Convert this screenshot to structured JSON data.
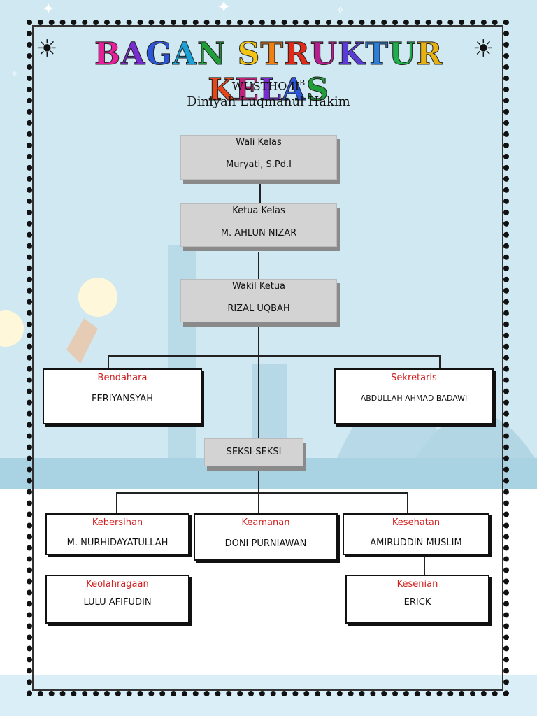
{
  "header": {
    "title": "BAGAN STRUKTUR KELAS",
    "title_colors": [
      "#e81f9b",
      "#7a2bd1",
      "#2b56d9",
      "#1aa2d8",
      "#1f9e3a",
      "#f5c312",
      "#f07f14",
      "#e22a1b",
      "#b51f8d",
      "#5b3bd6",
      "#2b7fd9",
      "#1fae4c",
      "#e8b113",
      "#e5461a",
      "#c2207d",
      "#7a2bd1",
      "#2b56d9",
      "#1f9e3a",
      "#f07f14",
      "#e22a1b"
    ],
    "line1_main": "WUSTHO II",
    "line1_sup": "B",
    "line2": "Diniyah Luqmanul Hakim"
  },
  "icons": {
    "left": "sun-icon",
    "right": "sun-icon"
  },
  "chart": {
    "wali": {
      "role": "Wali Kelas",
      "name": "Muryati, S.Pd.I"
    },
    "ketua": {
      "role": "Ketua Kelas",
      "name": "M. AHLUN NIZAR"
    },
    "wakil": {
      "role": "Wakil Ketua",
      "name": "RIZAL UQBAH"
    },
    "bendahara": {
      "role": "Bendahara",
      "name": "FERIYANSYAH"
    },
    "sekretaris": {
      "role": "Sekretaris",
      "name": "ABDULLAH AHMAD BADAWI"
    },
    "seksi": {
      "label": "SEKSI-SEKSI"
    },
    "kebersihan": {
      "role": "Kebersihan",
      "name": "M. NURHIDAYATULLAH"
    },
    "keamanan": {
      "role": "Keamanan",
      "name": "DONI PURNIAWAN"
    },
    "kesehatan": {
      "role": "Kesehatan",
      "name": "AMIRUDDIN MUSLIM"
    },
    "keolahragaan": {
      "role": "Keolahragaan",
      "name": "LULU AFIFUDIN"
    },
    "kesenian": {
      "role": "Kesenian",
      "name": "ERICK"
    }
  },
  "colors": {
    "role_red": "#d21f1f",
    "box_grey": "#d3d3d3",
    "sky": "#cfe8f1"
  }
}
